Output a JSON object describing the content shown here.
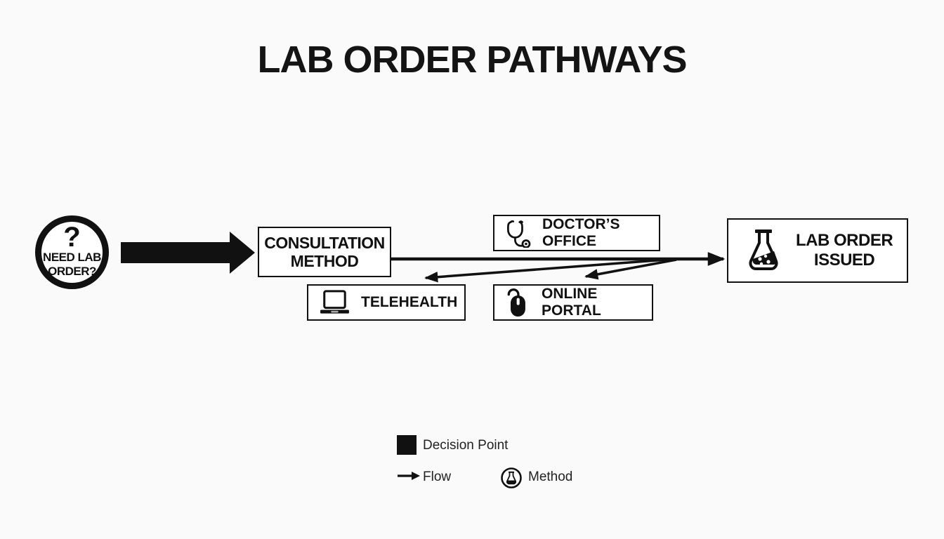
{
  "title": "LAB ORDER PATHWAYS",
  "decision_node": {
    "symbol": "?",
    "line1": "NEED LAB",
    "line2": "ORDER?"
  },
  "nodes": {
    "consultation": {
      "line1": "CONSULTATION",
      "line2": "METHOD"
    },
    "doctors_office": {
      "label": "DOCTOR’S OFFICE",
      "icon": "stethoscope-icon"
    },
    "telehealth": {
      "label": "TELEHEALTH",
      "icon": "laptop-icon"
    },
    "online_portal": {
      "label": "ONLINE PORTAL",
      "icon": "mouse-icon"
    },
    "lab_order": {
      "line1": "LAB ORDER",
      "line2": "ISSUED",
      "icon": "flask-icon"
    }
  },
  "legend": {
    "decision_point": "Decision Point",
    "flow": "Flow",
    "method": "Method",
    "decision_icon": "filled-square-icon",
    "flow_icon": "right-arrow-icon",
    "method_icon": "circled-flask-icon"
  },
  "colors": {
    "ink": "#111111",
    "background": "#fafafa",
    "box_fill": "#ffffff"
  }
}
